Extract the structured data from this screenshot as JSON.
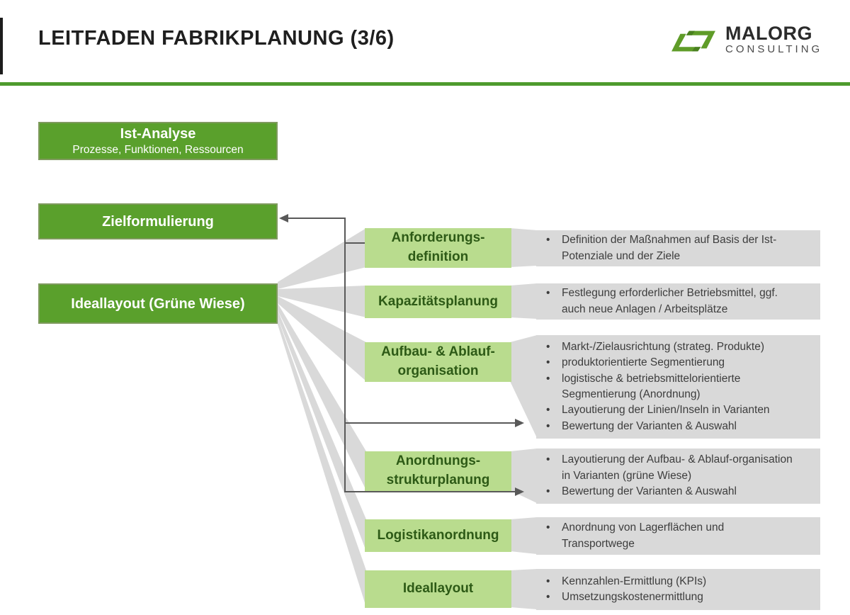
{
  "header": {
    "title": "LEITFADEN FABRIKPLANUNG (3/6)",
    "logo": {
      "name": "MALORG",
      "subtitle": "CONSULTING"
    }
  },
  "colors": {
    "brand_green": "#5f9c28",
    "stage_box_green": "#5aa02c",
    "step_box_light_green": "#b9dc8e",
    "step_text_dark_green": "#2d5a16",
    "detail_box_gray": "#d9d9d9",
    "connector_gray": "#595959",
    "divider_green": "#4e9b2d"
  },
  "left_boxes": [
    {
      "title": "Ist-Analyse",
      "subtitle": "Prozesse, Funktionen, Ressourcen"
    },
    {
      "title": "Zielformulierung",
      "subtitle": ""
    },
    {
      "title": "Ideallayout (Grüne Wiese)",
      "subtitle": ""
    }
  ],
  "rows": [
    {
      "label_line1": "Anforderungs-",
      "label_line2": "definition",
      "bullets": [
        "Definition der Maßnahmen auf Basis der Ist-Potenziale und der Ziele"
      ]
    },
    {
      "label_line1": "Kapazitätsplanung",
      "label_line2": "",
      "bullets": [
        "Festlegung erforderlicher Betriebsmittel, ggf. auch neue Anlagen / Arbeitsplätze"
      ]
    },
    {
      "label_line1": "Aufbau- & Ablauf-",
      "label_line2": "organisation",
      "bullets": [
        "Markt-/Zielausrichtung (strateg. Produkte)",
        "produktorientierte Segmentierung",
        "logistische & betriebsmittelorientierte Segmentierung (Anordnung)",
        "Layoutierung der Linien/Inseln in Varianten",
        "Bewertung der Varianten & Auswahl"
      ]
    },
    {
      "label_line1": "Anordnungs-",
      "label_line2": "strukturplanung",
      "bullets": [
        "Layoutierung der Aufbau- & Ablauf-organisation in Varianten (grüne Wiese)",
        "Bewertung der Varianten & Auswahl"
      ]
    },
    {
      "label_line1": "Logistikanordnung",
      "label_line2": "",
      "bullets": [
        "Anordnung von Lagerflächen und Transportwege"
      ]
    },
    {
      "label_line1": "Ideallayout",
      "label_line2": "",
      "bullets": [
        "Kennzahlen-Ermittlung (KPIs)",
        "Umsetzungskostenermittlung"
      ]
    }
  ]
}
